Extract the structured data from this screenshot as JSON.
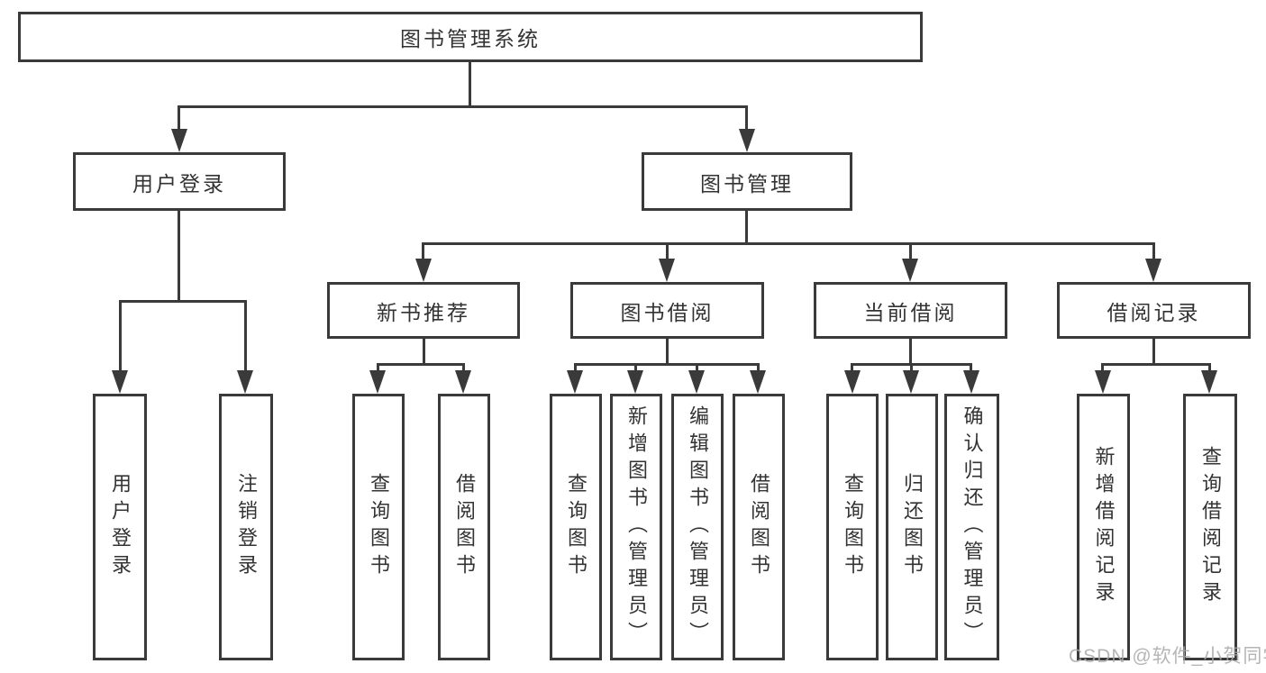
{
  "diagram_title": "图书管理系统",
  "colors": {
    "line": "#3a3a3a",
    "text": "#333333",
    "box_fill": "#ffffff",
    "background": "#ffffff",
    "watermark": "#a8a8a8"
  },
  "tree": {
    "label": "图书管理系统",
    "children": [
      {
        "label": "用户登录",
        "children": [
          {
            "label": "用户登录"
          },
          {
            "label": "注销登录"
          }
        ]
      },
      {
        "label": "图书管理",
        "children": [
          {
            "label": "新书推荐",
            "children": [
              {
                "label": "查询图书"
              },
              {
                "label": "借阅图书"
              }
            ]
          },
          {
            "label": "图书借阅",
            "children": [
              {
                "label": "查询图书"
              },
              {
                "label": "新增图书（管理员）"
              },
              {
                "label": "编辑图书（管理员）"
              },
              {
                "label": "借阅图书"
              }
            ]
          },
          {
            "label": "当前借阅",
            "children": [
              {
                "label": "查询图书"
              },
              {
                "label": "归还图书"
              },
              {
                "label": "确认归还（管理员）"
              }
            ]
          },
          {
            "label": "借阅记录",
            "children": [
              {
                "label": "新增借阅记录"
              },
              {
                "label": "查询借阅记录"
              }
            ]
          }
        ]
      }
    ]
  },
  "watermark": {
    "text": "CSDN @软件_小贺同学"
  }
}
